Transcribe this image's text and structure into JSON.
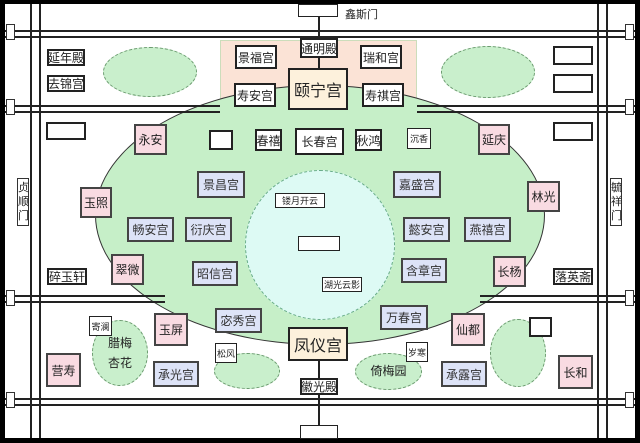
{
  "gates": {
    "north": "鑫斯门",
    "west": "贞顺门",
    "east": "毓祥门"
  },
  "colors": {
    "pink": "#f9dbe2",
    "blue": "#dde3f7",
    "yellow": "#fdf1dc",
    "green": "#c6efc8",
    "peach": "#fbe3d6",
    "pool": "#ddfaf4"
  },
  "buildings": {
    "yannian": "延年殿",
    "qujin": "去锦宫",
    "jingfu": "景福宫",
    "tongming": "通明殿",
    "ruihe": "瑞和宫",
    "yining": "颐宁宫",
    "shouan": "寿安宫",
    "shouqi": "寿祺宫",
    "yongan": "永安",
    "chunxi": "春禧",
    "changchun": "长春宫",
    "qiuhong": "秋鸿",
    "chenxiang": "沉香",
    "yanqing": "延庆",
    "jingchang": "景昌宫",
    "louyue": "镂月开云",
    "jiasheng": "嘉盛宫",
    "yuzhao": "玉照",
    "linguang": "林光",
    "changan": "畅安宫",
    "yanqing_gong": "衍庆宫",
    "yian": "懿安宫",
    "yanxi": "燕禧宫",
    "cuiwei": "翠微",
    "zhaoxin": "昭信宫",
    "huguang": "湖光云影",
    "hanzhang": "含章宫",
    "changyang": "长杨",
    "suiyu": "碎玉轩",
    "luoying": "落英斋",
    "jilan": "寄澜",
    "yuping": "玉屏",
    "mixiu": "宓秀宫",
    "fengyi": "凤仪宫",
    "wanchun": "万春宫",
    "xiandu": "仙都",
    "yingshou": "营寿",
    "chengguang": "承光宫",
    "songfeng": "松风",
    "huiguang": "徽光殿",
    "suihan": "岁寒",
    "chenglu": "承露宫",
    "changhe": "长和"
  },
  "gardens": {
    "lamei_line1": "腊梅",
    "lamei_line2": "杏花",
    "yimei": "倚梅园"
  }
}
